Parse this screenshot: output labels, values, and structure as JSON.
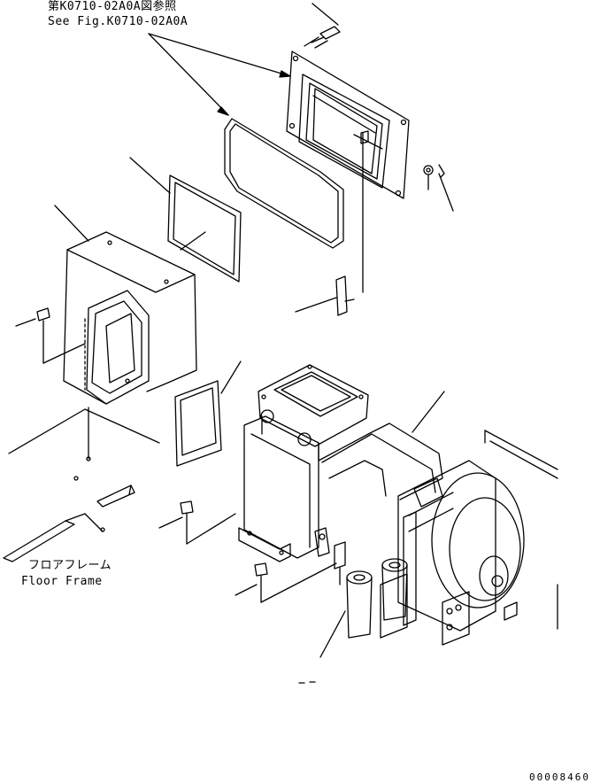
{
  "reference": {
    "japanese": "第K0710-02A0A図参照",
    "english": "See Fig.K0710-02A0A"
  },
  "floor_frame": {
    "japanese": "フロアフレーム",
    "english": "Floor Frame"
  },
  "figure_number": "00008460"
}
